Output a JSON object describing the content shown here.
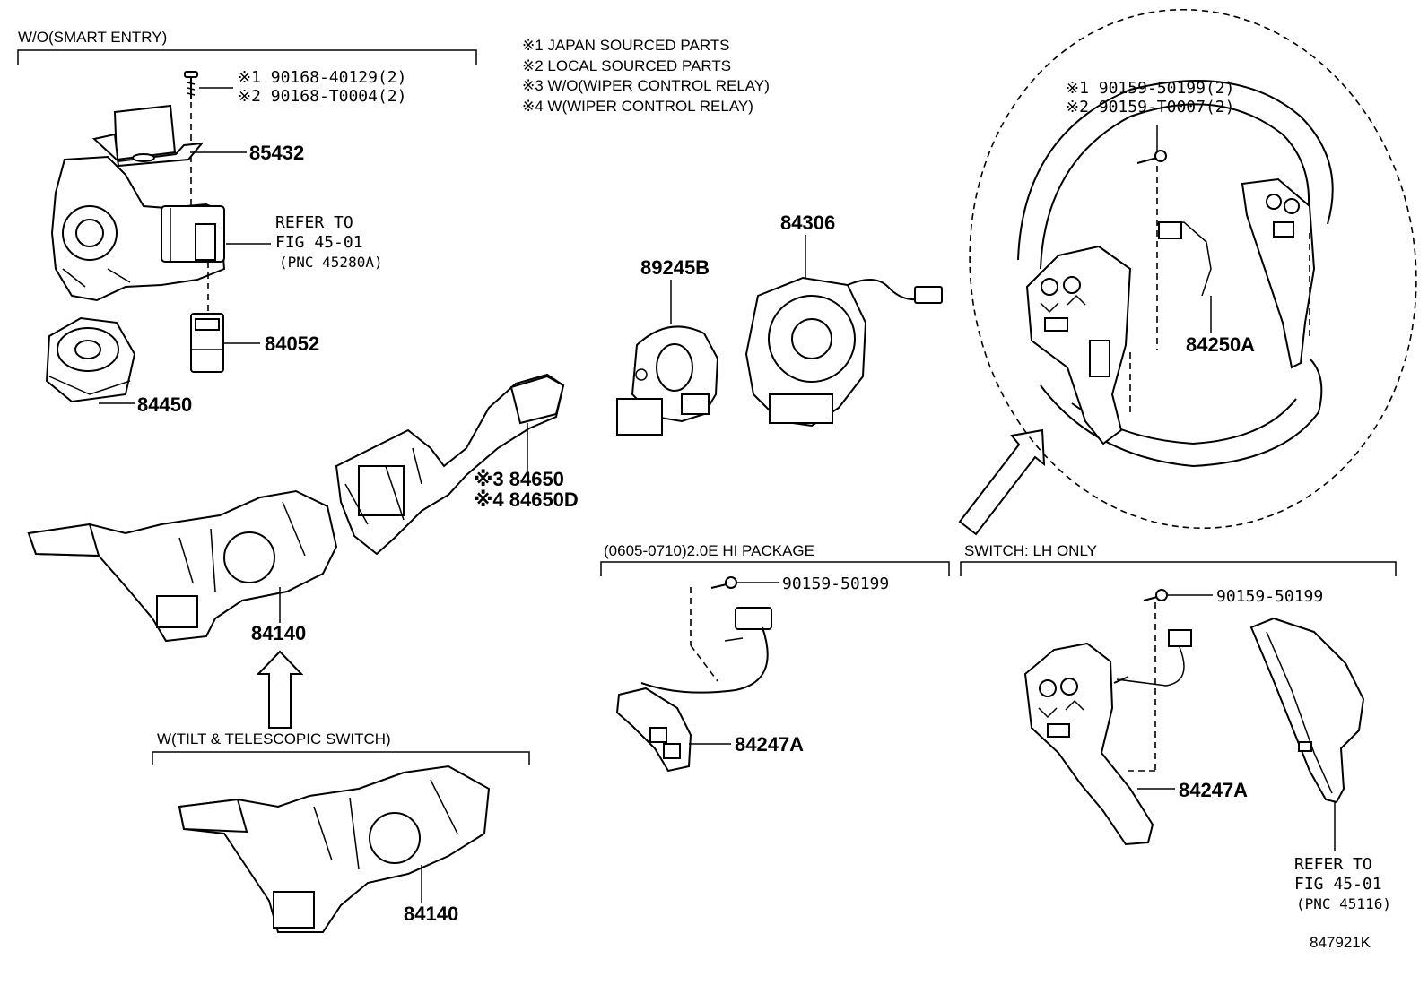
{
  "notes": {
    "n1": "※1 JAPAN SOURCED PARTS",
    "n2": "※2 LOCAL SOURCED PARTS",
    "n3": "※3 W/O(WIPER CONTROL RELAY)",
    "n4": "※4 W(WIPER CONTROL RELAY)"
  },
  "groups": {
    "wo_smart_entry": "W/O(SMART ENTRY)",
    "w_tilt": "W(TILT & TELESCOPIC SWITCH)",
    "hi_package": "(0605-0710)2.0E HI PACKAGE",
    "switch_lh": "SWITCH: LH ONLY"
  },
  "parts": {
    "bolt_a1": "※1 90168-40129(2)",
    "bolt_a2": "※2 90168-T0004(2)",
    "p85432": "85432",
    "refer1_l1": "REFER TO",
    "refer1_l2": "FIG 45-01",
    "refer1_l3": "(PNC 45280A)",
    "p84052": "84052",
    "p84450": "84450",
    "p84650_a": "※3 84650",
    "p84650_b": "※4 84650D",
    "p84140_a": "84140",
    "p84140_b": "84140",
    "p89245b": "89245B",
    "p84306": "84306",
    "bolt_b1": "※1 90159-50199(2)",
    "bolt_b2": "※2 90159-T0007(2)",
    "p84250a": "84250A",
    "bolt_c": "90159-50199",
    "p84247a_a": "84247A",
    "bolt_d": "90159-50199",
    "p84247a_b": "84247A",
    "refer2_l1": "REFER TO",
    "refer2_l2": "FIG 45-01",
    "refer2_l3": "(PNC 45116)"
  },
  "figure_id": "847921K"
}
